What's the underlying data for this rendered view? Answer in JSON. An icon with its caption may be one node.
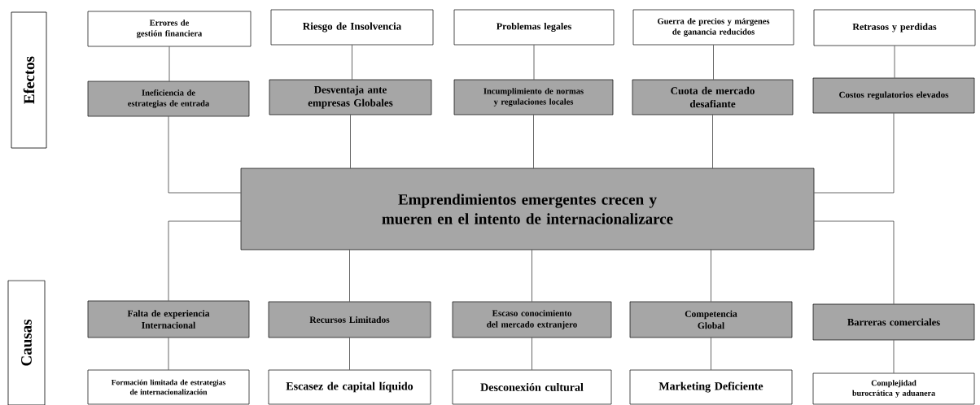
{
  "diagram": {
    "nodes": [
      {
        "text": [
          "Efectos"
        ]
      },
      {
        "text": [
          "Errores de gestión financiera"
        ]
      },
      {
        "text": [
          "Riesgo de Insolvencia"
        ]
      },
      {
        "text": [
          "Problemas legales"
        ]
      },
      {
        "text": [
          "Guerra de precios y márgenes de ganancia reducidos"
        ]
      },
      {
        "text": [
          "Retrasos y perdidas"
        ]
      },
      {
        "text": [
          "Ineficiencia de estrategias de entrada"
        ]
      },
      {
        "text": [
          "Desventaja ante empresas Globales"
        ]
      },
      {
        "text": [
          "Incumplimiento de normas y regulaciones locales"
        ]
      },
      {
        "text": [
          "Cuota de mercado desafiante"
        ]
      },
      {
        "text": [
          "Costos regulatorios elevados"
        ]
      },
      {
        "text": [
          "Emprendimientos emergentes crecen y mueren en el intento de internacionalizarce"
        ]
      },
      {
        "text": [
          "Causas"
        ]
      },
      {
        "text": [
          "Falta de experiencia Internacional"
        ]
      },
      {
        "text": [
          "Recursos Limitados"
        ]
      },
      {
        "text": [
          "Escaso conocimiento del mercado extranjero"
        ]
      },
      {
        "text": [
          "Competencia Global"
        ]
      },
      {
        "text": [
          "Barreras comerciales"
        ]
      },
      {
        "text": [
          "Formación limitada de estrategias de internacionalización"
        ]
      },
      {
        "text": [
          "Escasez de capital líquido"
        ]
      },
      {
        "text": [
          "Desconexión cultural"
        ]
      },
      {
        "text": [
          "Marketing Deficiente"
        ]
      },
      {
        "text": [
          "Complejidad burocrática y aduanera"
        ]
      }
    ],
    "edges": [
      {
        "from": 1,
        "to": 6,
        "arrow": "none"
      },
      {
        "from": 2,
        "to": 7,
        "arrow": "none"
      },
      {
        "from": 3,
        "to": 8,
        "arrow": "none"
      },
      {
        "from": 4,
        "to": 9,
        "arrow": "none"
      },
      {
        "from": 5,
        "to": 10,
        "arrow": "none"
      },
      {
        "from": 6,
        "to": 11,
        "arrow": "none"
      },
      {
        "from": 7,
        "to": 11,
        "arrow": "none"
      },
      {
        "from": 8,
        "to": 11,
        "arrow": "none"
      },
      {
        "from": 9,
        "to": 11,
        "arrow": "none"
      },
      {
        "from": 10,
        "to": 11,
        "arrow": "none"
      },
      {
        "from": 11,
        "to": 13,
        "arrow": "none"
      },
      {
        "from": 11,
        "to": 14,
        "arrow": "none"
      },
      {
        "from": 11,
        "to": 15,
        "arrow": "none"
      },
      {
        "from": 11,
        "to": 16,
        "arrow": "none"
      },
      {
        "from": 11,
        "to": 17,
        "arrow": "none"
      },
      {
        "from": 13,
        "to": 18,
        "arrow": "none"
      },
      {
        "from": 14,
        "to": 19,
        "arrow": "none"
      },
      {
        "from": 15,
        "to": 20,
        "arrow": "none"
      },
      {
        "from": 16,
        "to": 21,
        "arrow": "none"
      },
      {
        "from": 17,
        "to": 22,
        "arrow": "none"
      }
    ]
  }
}
